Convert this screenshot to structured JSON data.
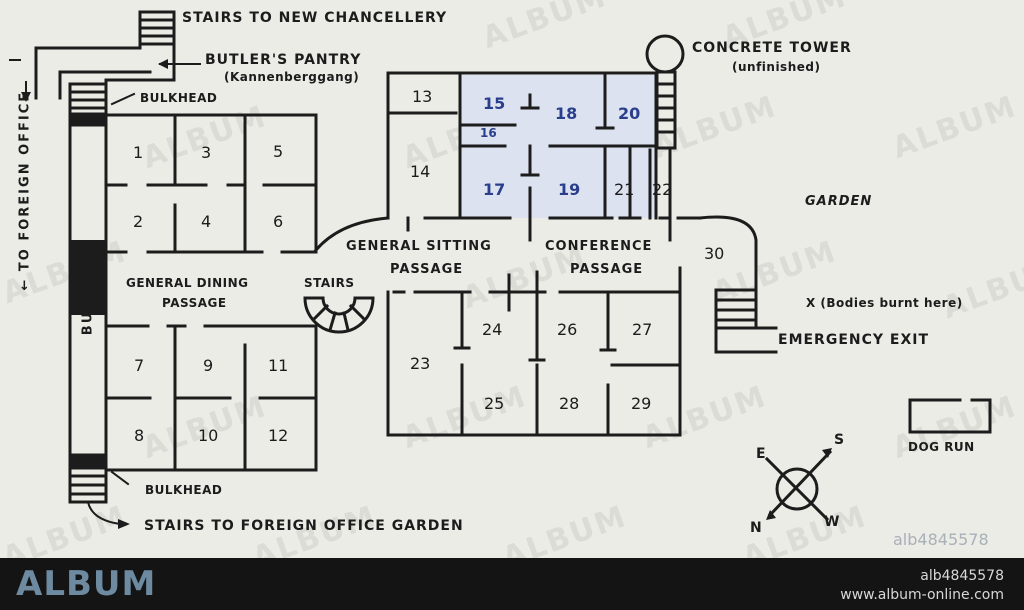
{
  "labels": {
    "stairs_new_chancellery": "STAIRS TO NEW CHANCELLERY",
    "butlers_pantry": "BUTLER'S PANTRY",
    "kannenberggang": "(Kannenberggang)",
    "bulkhead_top": "BULKHEAD",
    "to_foreign_office": "← TO FOREIGN OFFICE",
    "bulkhead_vertical": "BULKHEAD",
    "general_dining": "GENERAL DINING",
    "passage_left": "PASSAGE",
    "stairs": "STAIRS",
    "general_sitting": "GENERAL SITTING",
    "passage_mid": "PASSAGE",
    "conference": "CONFERENCE",
    "passage_right": "PASSAGE",
    "concrete_tower": "CONCRETE TOWER",
    "unfinished": "(unfinished)",
    "garden": "GARDEN",
    "bodies_burnt": "X (Bodies burnt here)",
    "emergency_exit": "EMERGENCY EXIT",
    "dog_run": "DOG RUN",
    "bulkhead_bottom": "BULKHEAD",
    "stairs_fo_garden": "STAIRS TO FOREIGN OFFICE GARDEN"
  },
  "rooms": {
    "r1": "1",
    "r2": "2",
    "r3": "3",
    "r4": "4",
    "r5": "5",
    "r6": "6",
    "r7": "7",
    "r8": "8",
    "r9": "9",
    "r10": "10",
    "r11": "11",
    "r12": "12",
    "r13": "13",
    "r14": "14",
    "r15": "15",
    "r16": "16",
    "r17": "17",
    "r18": "18",
    "r19": "19",
    "r20": "20",
    "r21": "21",
    "r22": "22",
    "r23": "23",
    "r24": "24",
    "r25": "25",
    "r26": "26",
    "r27": "27",
    "r28": "28",
    "r29": "29",
    "r30": "30"
  },
  "compass": {
    "e": "E",
    "s": "S",
    "n": "N",
    "w": "W"
  },
  "watermark": {
    "brand": "ALBUM",
    "ref": "alb4845578",
    "site": "www.album-online.com",
    "tile": "ALBUM"
  },
  "colors": {
    "line": "#1c1c1c",
    "paper": "#ecece6",
    "highlight": "#dde2f0",
    "blue_number": "#2a3f8c",
    "footer_bg": "#141414",
    "brand": "#6d8aa0"
  }
}
